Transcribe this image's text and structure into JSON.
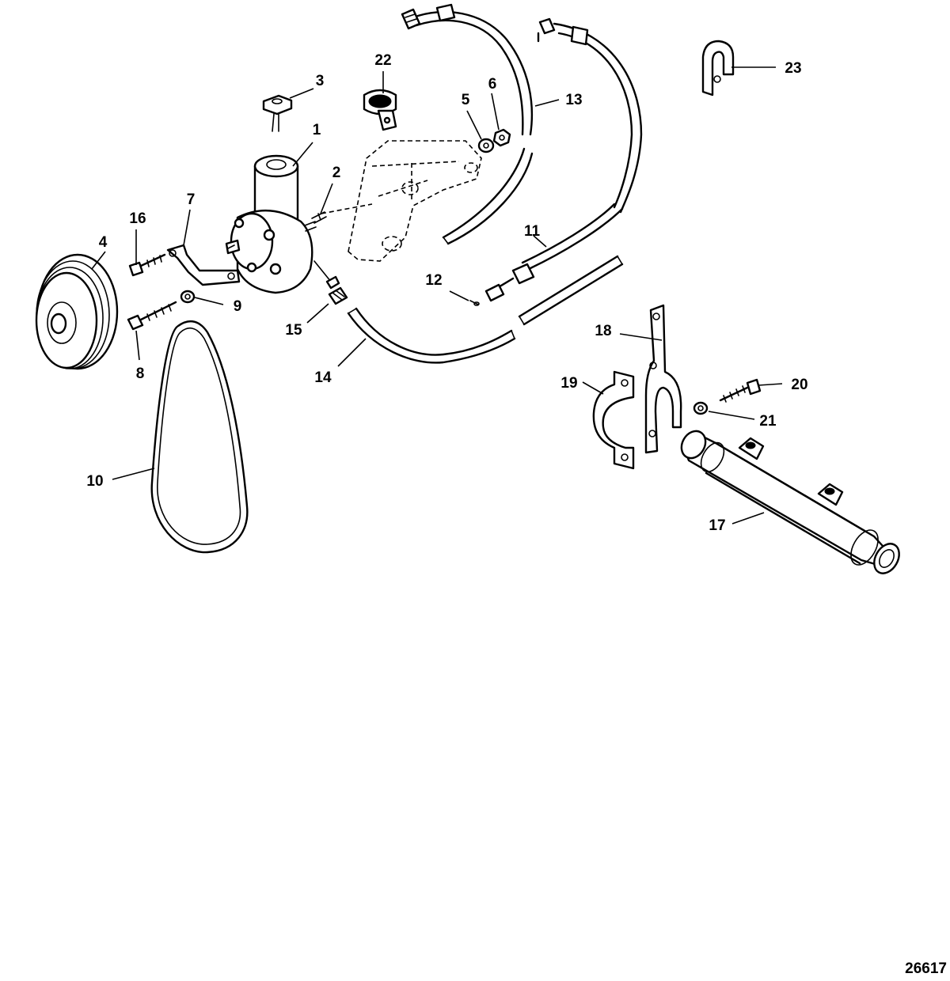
{
  "callouts": [
    "1",
    "2",
    "3",
    "4",
    "5",
    "6",
    "7",
    "8",
    "9",
    "10",
    "11",
    "12",
    "13",
    "14",
    "15",
    "16",
    "17",
    "18",
    "19",
    "20",
    "21",
    "22",
    "23"
  ],
  "document_number": "26617"
}
